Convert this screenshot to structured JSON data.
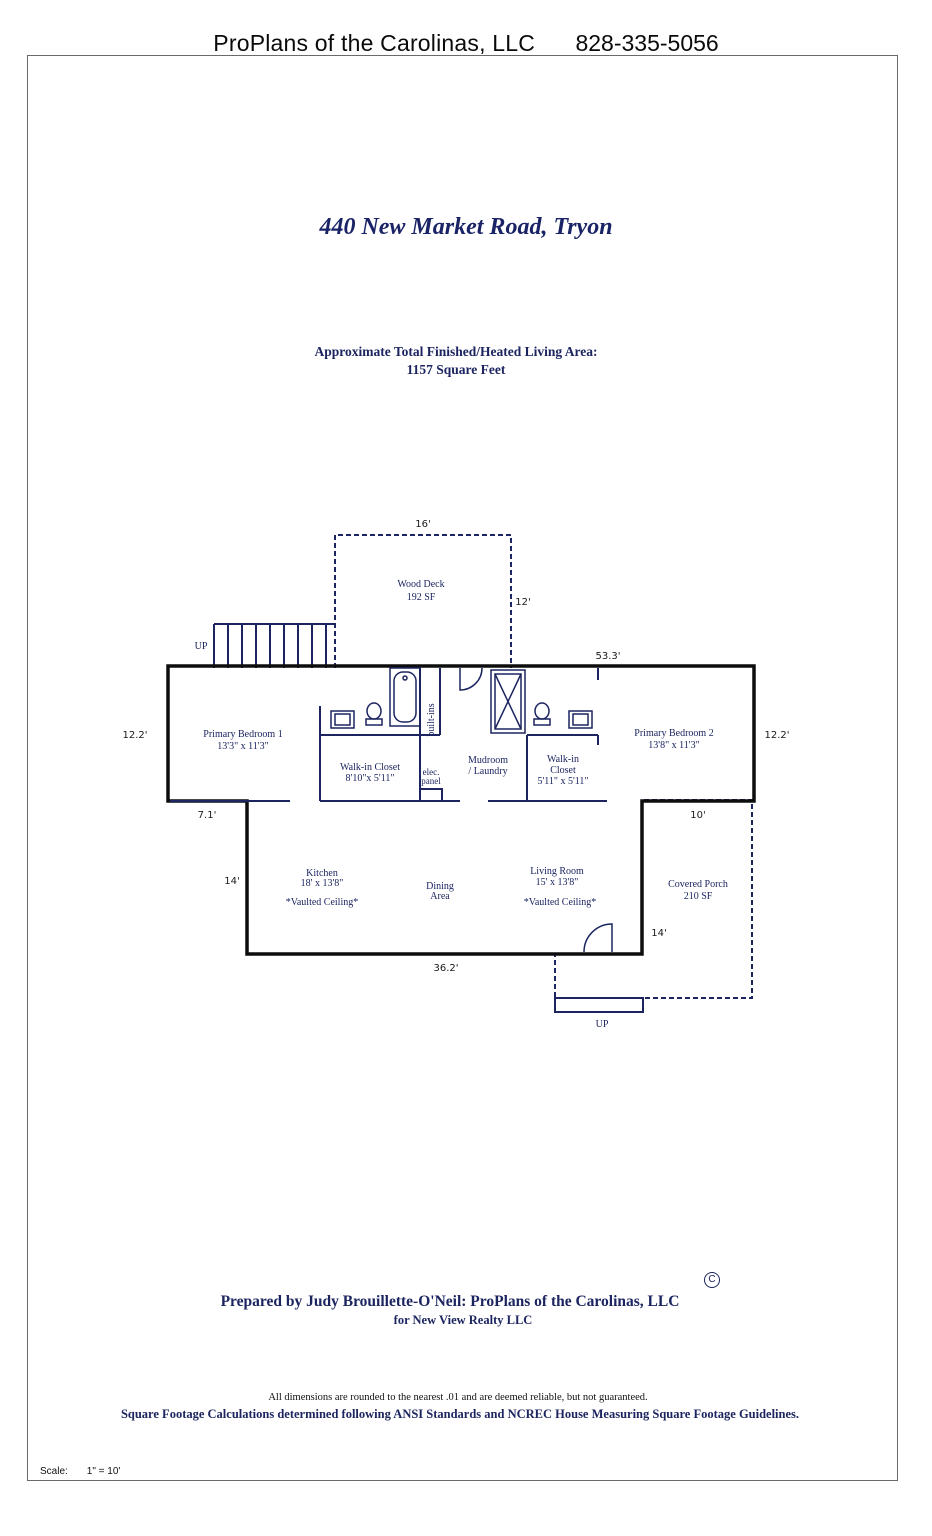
{
  "header": {
    "company": "ProPlans of the Carolinas, LLC",
    "phone": "828-335-5056"
  },
  "title": "440 New Market Road, Tryon",
  "area": {
    "label": "Approximate Total Finished/Heated Living Area:",
    "value": "1157 Square Feet"
  },
  "plan": {
    "rooms": {
      "wood_deck": {
        "name": "Wood Deck",
        "size": "192 SF"
      },
      "primary_bedroom_1": {
        "name": "Primary Bedroom 1",
        "size": "13'3\" x 11'3\""
      },
      "walkin_closet_1": {
        "name": "Walk-in Closet",
        "size": "8'10\"x 5'11\""
      },
      "builtins": "built-ins",
      "elec_panel_line1": "elec.",
      "elec_panel_line2": "panel",
      "mudroom_line1": "Mudroom",
      "mudroom_line2": "/ Laundry",
      "walkin_closet_2_line1": "Walk-in",
      "walkin_closet_2_line2": "Closet",
      "walkin_closet_2_size": "5'11\" x 5'11\"",
      "primary_bedroom_2": {
        "name": "Primary Bedroom 2",
        "size": "13'8\" x 11'3\""
      },
      "kitchen": {
        "name": "Kitchen",
        "size": "18' x 13'8\"",
        "note": "*Vaulted Ceiling*"
      },
      "dining_line1": "Dining",
      "dining_line2": "Area",
      "living_room": {
        "name": "Living Room",
        "size": "15' x 13'8\"",
        "note": "*Vaulted Ceiling*"
      },
      "covered_porch": {
        "name": "Covered Porch",
        "size": "210 SF"
      }
    },
    "stairs_up_deck": "UP",
    "stairs_up_porch": "UP",
    "dimensions": {
      "deck_width": "16'",
      "deck_depth": "12'",
      "house_width": "53.3'",
      "left_depth": "12.2'",
      "right_depth": "12.2'",
      "left_offset": "7.1'",
      "porch_width": "10'",
      "main_depth": "14'",
      "porch_depth": "14'",
      "bottom_width": "36.2'"
    }
  },
  "footer": {
    "prepared_by": "Prepared by Judy Brouillette-O'Neil: ProPlans of the Carolinas, LLC",
    "for_client": "for New View Realty LLC",
    "copyright_symbol": "C",
    "disclaimer1": "All dimensions are rounded to the nearest .01 and are deemed reliable, but not guaranteed.",
    "disclaimer2": "Square Footage Calculations determined following ANSI Standards and NCREC House Measuring Square Footage Guidelines.",
    "scale_label": "Scale:",
    "scale_value": "1\" = 10'"
  },
  "colors": {
    "wall": "#0d0d0d",
    "dashed": "#1c2560",
    "text": "#1c2560"
  }
}
